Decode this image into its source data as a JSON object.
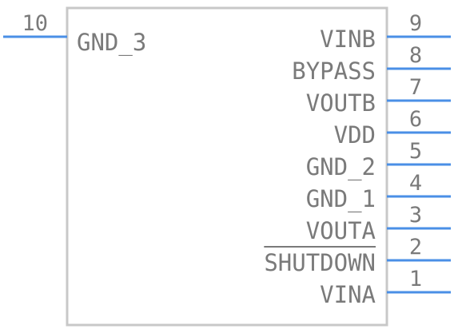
{
  "component": {
    "left_pins": [
      {
        "number": "10",
        "label": "GND_3"
      }
    ],
    "right_pins": [
      {
        "number": "9",
        "label": "VINB",
        "active_low": false
      },
      {
        "number": "8",
        "label": "BYPASS",
        "active_low": false
      },
      {
        "number": "7",
        "label": "VOUTB",
        "active_low": false
      },
      {
        "number": "6",
        "label": "VDD",
        "active_low": false
      },
      {
        "number": "5",
        "label": "GND_2",
        "active_low": false
      },
      {
        "number": "4",
        "label": "GND_1",
        "active_low": false
      },
      {
        "number": "3",
        "label": "VOUTA",
        "active_low": false
      },
      {
        "number": "2",
        "label": "SHUTDOWN",
        "active_low": true
      },
      {
        "number": "1",
        "label": "VINA",
        "active_low": false
      }
    ]
  },
  "colors": {
    "pin_line": "#4a8fe6",
    "text": "#7a7a7a",
    "body_outline": "#c8c8c8"
  }
}
